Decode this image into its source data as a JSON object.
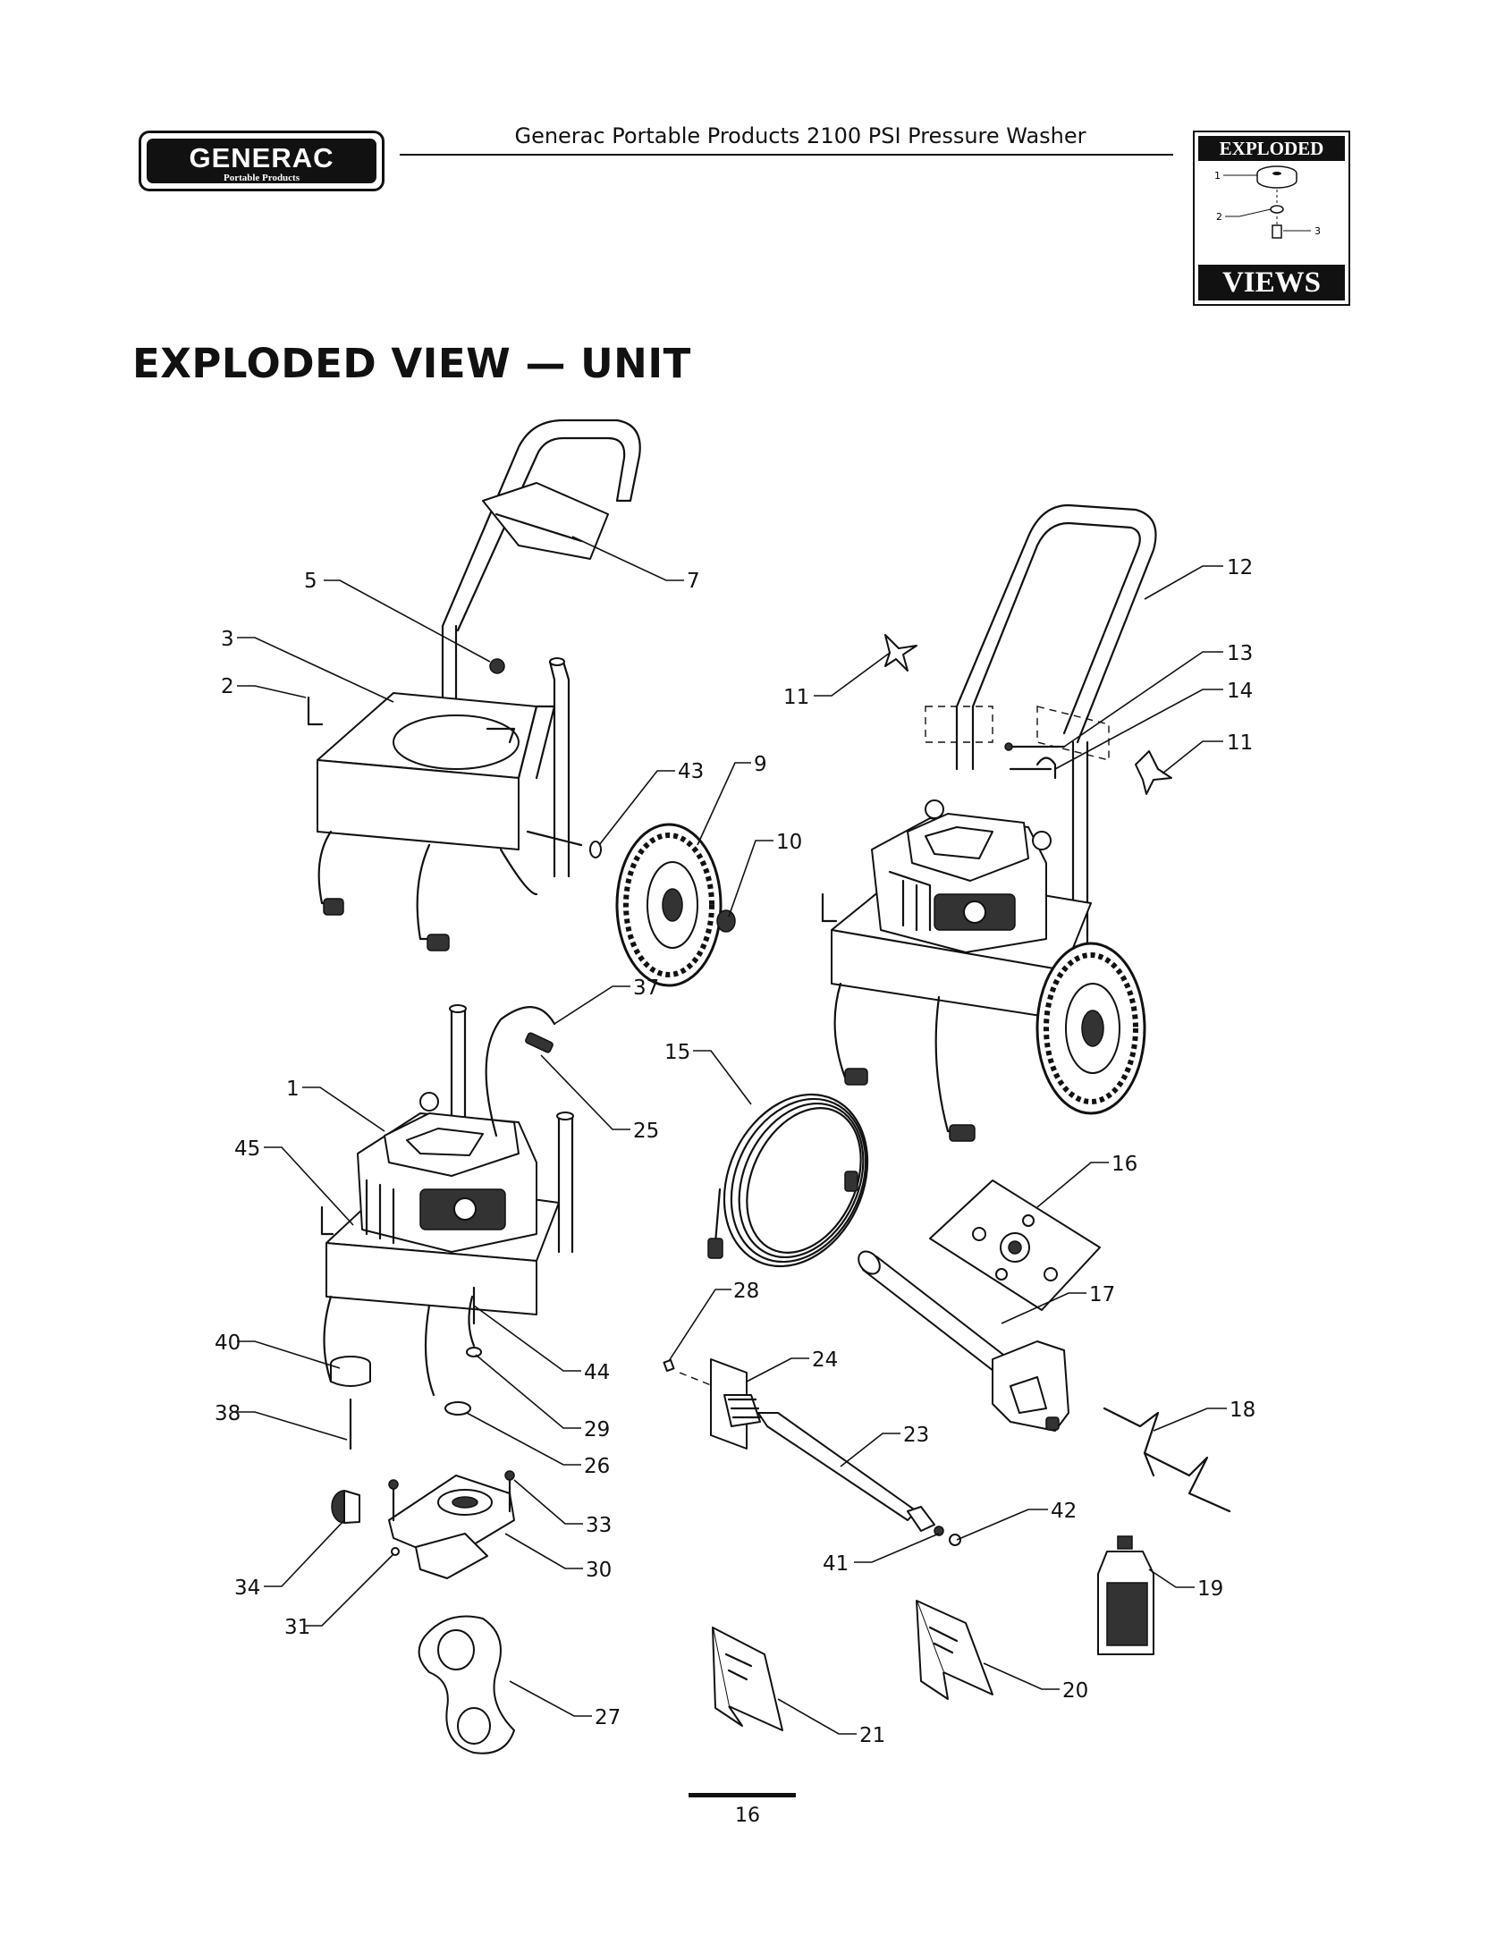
{
  "header": {
    "logo_brand": "GENERAC",
    "logo_sub": "Portable Products",
    "title": "Generac Portable Products 2100 PSI Pressure Washer",
    "badge_top": "EXPLODED",
    "badge_bottom": "VIEWS",
    "badge_labels": [
      "1",
      "2",
      "3"
    ]
  },
  "page_title": "EXPLODED VIEW — UNIT",
  "callouts": [
    "1",
    "2",
    "3",
    "5",
    "7",
    "9",
    "10",
    "11",
    "11",
    "12",
    "13",
    "14",
    "15",
    "16",
    "17",
    "18",
    "19",
    "20",
    "21",
    "23",
    "24",
    "25",
    "26",
    "27",
    "28",
    "29",
    "30",
    "31",
    "33",
    "34",
    "37",
    "38",
    "40",
    "41",
    "42",
    "43",
    "44",
    "45"
  ],
  "page_number": "16"
}
